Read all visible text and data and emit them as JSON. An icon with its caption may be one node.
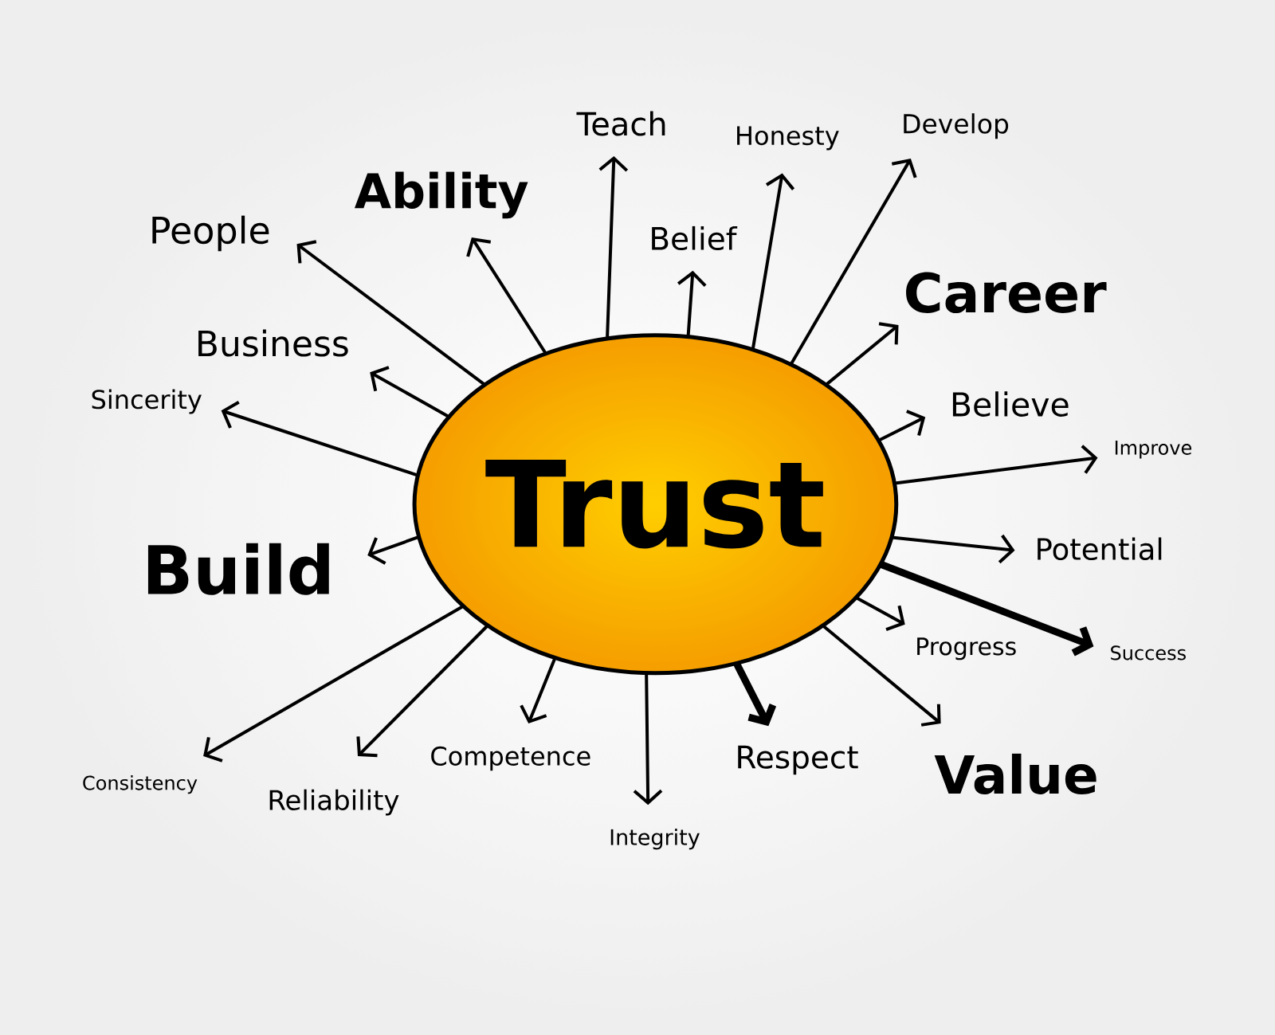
{
  "diagram": {
    "nodes": [
      {
        "text": [
          "Trust"
        ]
      },
      {
        "text": [
          "People"
        ]
      },
      {
        "text": [
          "Ability"
        ]
      },
      {
        "text": [
          "Teach"
        ]
      },
      {
        "text": [
          "Belief"
        ]
      },
      {
        "text": [
          "Honesty"
        ]
      },
      {
        "text": [
          "Develop"
        ]
      },
      {
        "text": [
          "Career"
        ]
      },
      {
        "text": [
          "Business"
        ]
      },
      {
        "text": [
          "Sincerity"
        ]
      },
      {
        "text": [
          "Believe"
        ]
      },
      {
        "text": [
          "Improve"
        ]
      },
      {
        "text": [
          "Build"
        ]
      },
      {
        "text": [
          "Potential"
        ]
      },
      {
        "text": [
          "Progress"
        ]
      },
      {
        "text": [
          "Success"
        ]
      },
      {
        "text": [
          "Consistency"
        ]
      },
      {
        "text": [
          "Reliability"
        ]
      },
      {
        "text": [
          "Competence"
        ]
      },
      {
        "text": [
          "Integrity"
        ]
      },
      {
        "text": [
          "Respect"
        ]
      },
      {
        "text": [
          "Value"
        ]
      }
    ],
    "edges": [
      {
        "from": 0,
        "to": 1,
        "arrow": "to"
      },
      {
        "from": 0,
        "to": 2,
        "arrow": "to"
      },
      {
        "from": 0,
        "to": 3,
        "arrow": "to"
      },
      {
        "from": 0,
        "to": 4,
        "arrow": "to"
      },
      {
        "from": 0,
        "to": 5,
        "arrow": "to"
      },
      {
        "from": 0,
        "to": 6,
        "arrow": "to"
      },
      {
        "from": 0,
        "to": 7,
        "arrow": "to"
      },
      {
        "from": 0,
        "to": 8,
        "arrow": "to"
      },
      {
        "from": 0,
        "to": 9,
        "arrow": "to"
      },
      {
        "from": 0,
        "to": 10,
        "arrow": "to"
      },
      {
        "from": 0,
        "to": 11,
        "arrow": "to"
      },
      {
        "from": 0,
        "to": 12,
        "arrow": "to"
      },
      {
        "from": 0,
        "to": 13,
        "arrow": "to"
      },
      {
        "from": 0,
        "to": 14,
        "arrow": "to"
      },
      {
        "from": 0,
        "to": 15,
        "arrow": "to",
        "style": "thick"
      },
      {
        "from": 0,
        "to": 16,
        "arrow": "to"
      },
      {
        "from": 0,
        "to": 17,
        "arrow": "to"
      },
      {
        "from": 0,
        "to": 18,
        "arrow": "to"
      },
      {
        "from": 0,
        "to": 19,
        "arrow": "to"
      },
      {
        "from": 0,
        "to": 20,
        "arrow": "to",
        "style": "thick"
      },
      {
        "from": 0,
        "to": 21,
        "arrow": "to"
      }
    ]
  }
}
